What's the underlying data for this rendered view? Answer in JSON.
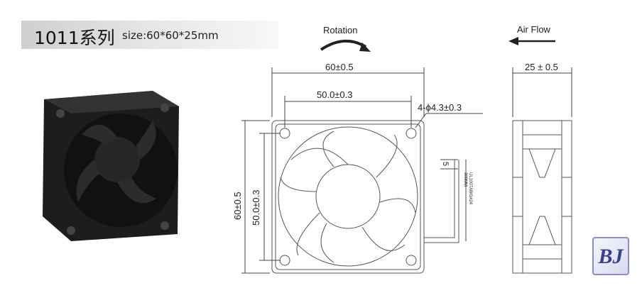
{
  "header": {
    "series": "1011系列",
    "size": "size:60*60*25mm"
  },
  "drawing": {
    "rotation_label": "Rotation",
    "airflow_label": "Air Flow",
    "width_outer": "60±0.5",
    "width_holes": "50.0±0.3",
    "hole_spec": "4-ϕ4.3±0.3",
    "height_outer": "60±0.5",
    "height_holes": "50.0±0.3",
    "depth": "25 ± 0.5",
    "lead_offset": "5",
    "wire_spec_1": "UL1007AWG#24",
    "wire_spec_2": "300MM"
  },
  "logo": {
    "text": "BJ"
  }
}
